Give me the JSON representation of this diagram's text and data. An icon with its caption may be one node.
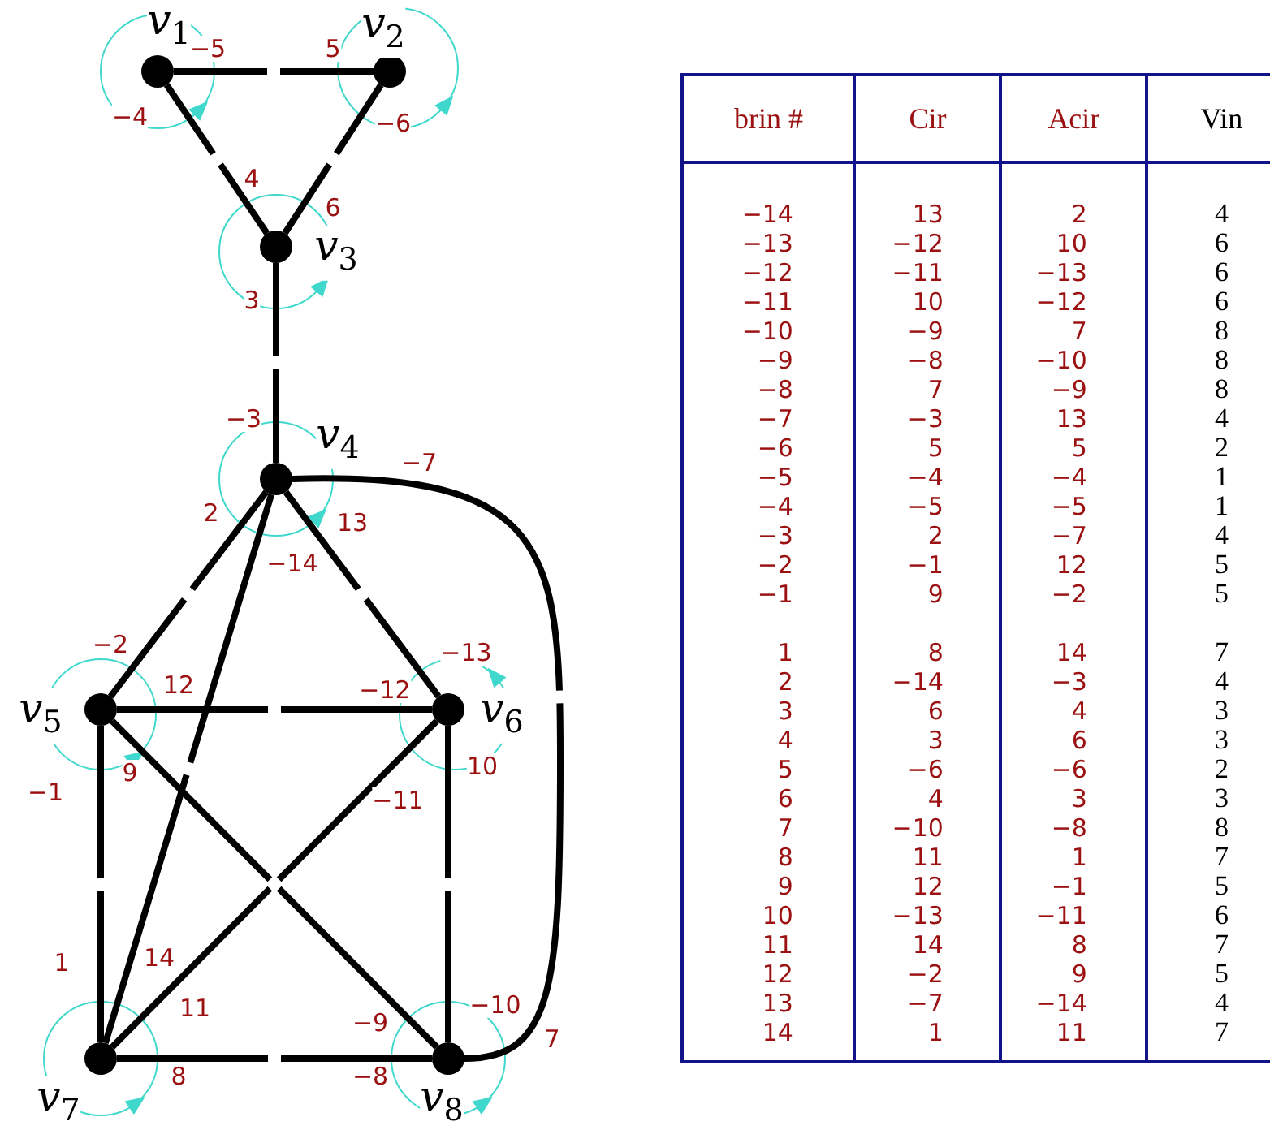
{
  "diagram": {
    "nodes": [
      {
        "text": [],
        "shape": "circle",
        "beside": [
          "v$_{1}$"
        ]
      },
      {
        "text": [],
        "shape": "circle",
        "beside": [
          "v$_{2}$"
        ]
      },
      {
        "text": [],
        "shape": "circle",
        "beside": [
          "v$_{3}$"
        ]
      },
      {
        "text": [],
        "shape": "circle",
        "beside": [
          "v$_{4}$"
        ]
      },
      {
        "text": [],
        "shape": "circle",
        "beside": [
          "v$_{5}$"
        ]
      },
      {
        "text": [],
        "shape": "circle",
        "beside": [
          "v$_{6}$"
        ]
      },
      {
        "text": [],
        "shape": "circle",
        "beside": [
          "v$_{7}$"
        ]
      },
      {
        "text": [],
        "shape": "circle",
        "beside": [
          "v$_{8}$"
        ]
      }
    ],
    "edges": [
      {
        "from": 0,
        "to": 1,
        "arrow": "none"
      },
      {
        "from": 0,
        "to": 2,
        "arrow": "none"
      },
      {
        "from": 1,
        "to": 2,
        "arrow": "none"
      },
      {
        "from": 2,
        "to": 3,
        "arrow": "none"
      },
      {
        "from": 3,
        "to": 7,
        "arrow": "none"
      },
      {
        "from": 3,
        "to": 4,
        "arrow": "none"
      },
      {
        "from": 3,
        "to": 6,
        "arrow": "none"
      },
      {
        "from": 3,
        "to": 5,
        "arrow": "none"
      },
      {
        "from": 4,
        "to": 5,
        "arrow": "none"
      },
      {
        "from": 4,
        "to": 6,
        "arrow": "none"
      },
      {
        "from": 4,
        "to": 7,
        "arrow": "none"
      },
      {
        "from": 5,
        "to": 6,
        "arrow": "none"
      },
      {
        "from": 5,
        "to": 7,
        "arrow": "none"
      },
      {
        "from": 6,
        "to": 7,
        "arrow": "none"
      }
    ],
    "labels": [
      "−5",
      "5",
      "−4",
      "−6",
      "4",
      "6",
      "3",
      "−3",
      "−7",
      "2",
      "13",
      "−14",
      "−2",
      "−13",
      "12",
      "−12",
      "9",
      "10",
      "−1",
      "−11",
      "1",
      "14",
      "11",
      "−9",
      "−10",
      "7",
      "8",
      "−8",
      "brin #",
      "Cir",
      "Acir",
      "Vin",
      "−14",
      "13",
      "2",
      "4",
      "−13",
      "−12",
      "10",
      "6",
      "−12",
      "−11",
      "−13",
      "6",
      "−11",
      "10",
      "−12",
      "6",
      "−10",
      "−9",
      "7",
      "8",
      "−9",
      "−8",
      "−10",
      "8",
      "−8",
      "7",
      "−9",
      "8",
      "−7",
      "−3",
      "13",
      "4",
      "−6",
      "5",
      "5",
      "2",
      "−5",
      "−4",
      "−4",
      "1",
      "−4",
      "−5",
      "−5",
      "1",
      "−3",
      "2",
      "−7",
      "4",
      "−2",
      "−1",
      "12",
      "5",
      "−1",
      "9",
      "−2",
      "5",
      "1",
      "8",
      "14",
      "7",
      "2",
      "−14",
      "−3",
      "4",
      "3",
      "6",
      "4",
      "3",
      "4",
      "3",
      "6",
      "3",
      "5",
      "−6",
      "−6",
      "2",
      "6",
      "4",
      "3",
      "3",
      "7",
      "−10",
      "−8",
      "8",
      "8",
      "11",
      "1",
      "7",
      "9",
      "12",
      "−1",
      "5",
      "10",
      "−13",
      "−11",
      "6",
      "11",
      "14",
      "8",
      "7",
      "12",
      "−2",
      "9",
      "5",
      "13",
      "−7",
      "−14",
      "4",
      "14",
      "1",
      "11",
      "7"
    ]
  }
}
